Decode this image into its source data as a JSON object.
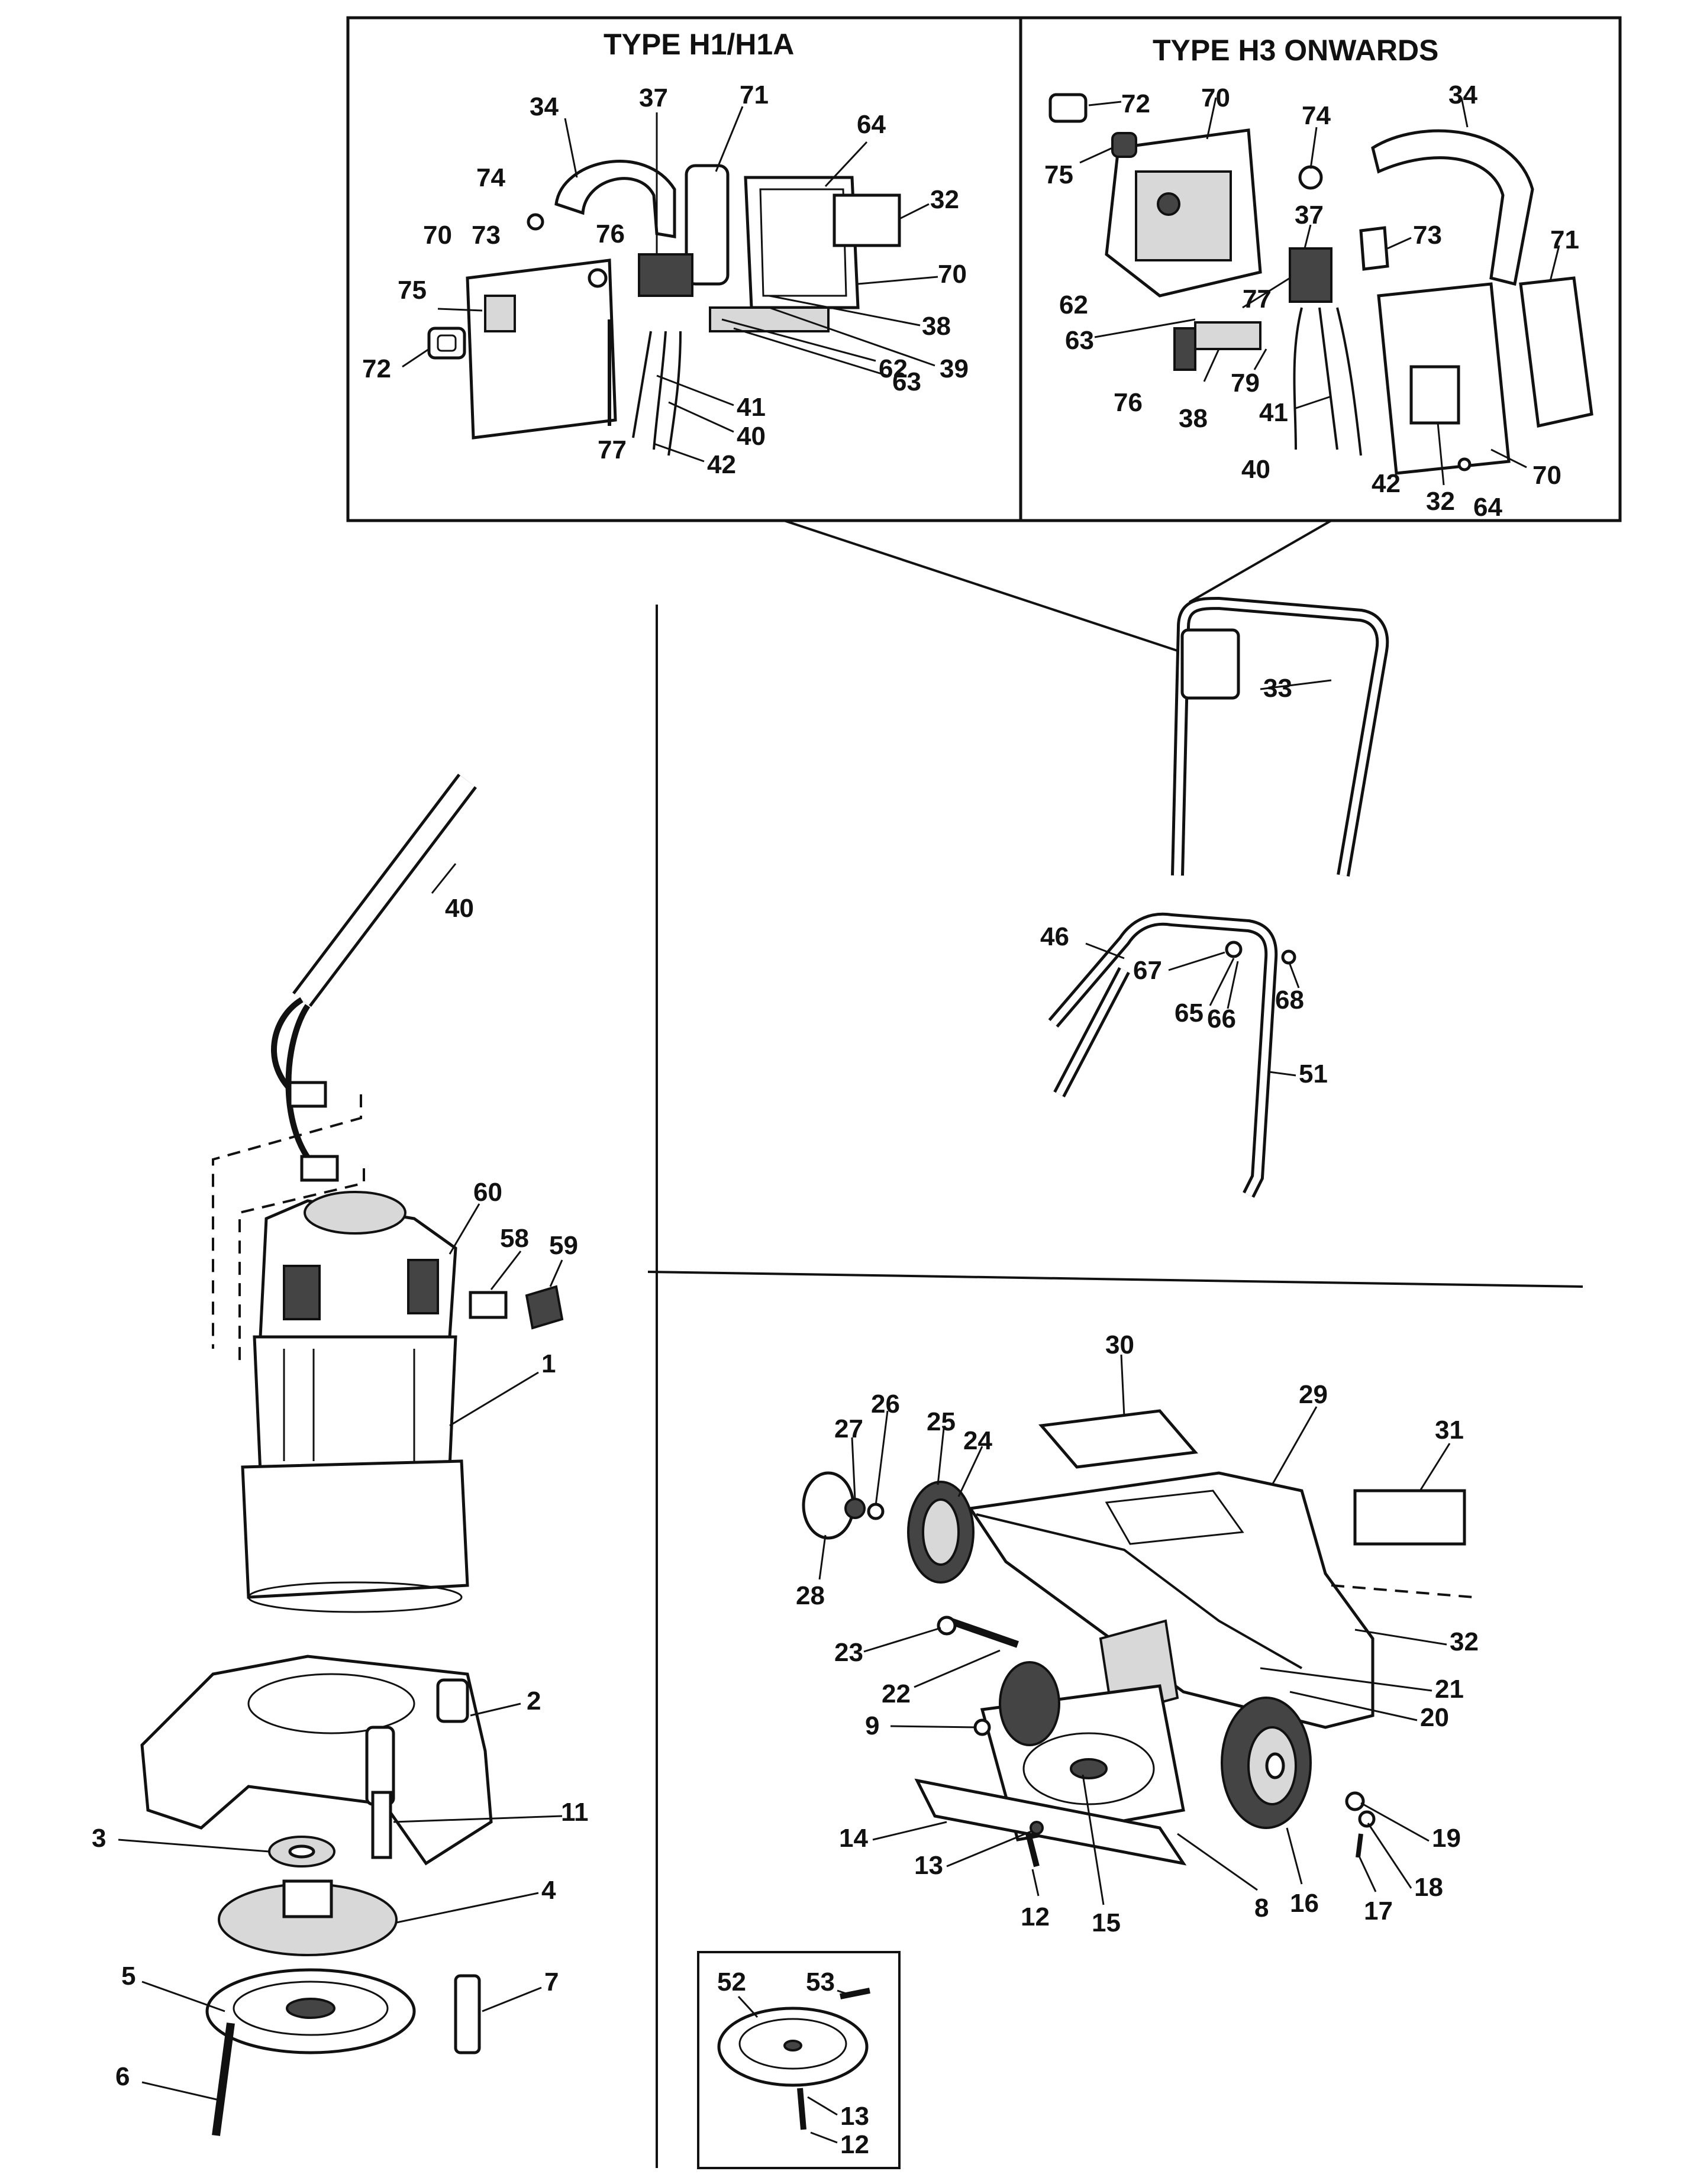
{
  "panels": {
    "left_title": "TYPE H1/H1A",
    "right_title": "TYPE H3  ONWARDS"
  },
  "labels": {
    "h1": {
      "l34": "34",
      "l37": "37",
      "l71": "71",
      "l64": "64",
      "l32": "32",
      "l74": "74",
      "l70a": "70",
      "l73": "73",
      "l76": "76",
      "l70b": "70",
      "l75": "75",
      "l72": "72",
      "l38": "38",
      "l39": "39",
      "l62": "62",
      "l63": "63",
      "l41": "41",
      "l40": "40",
      "l42": "42",
      "l77": "77"
    },
    "h3": {
      "l72": "72",
      "l70a": "70",
      "l74": "74",
      "l34": "34",
      "l75": "75",
      "l37": "37",
      "l73": "73",
      "l71": "71",
      "l62": "62",
      "l77": "77",
      "l63": "63",
      "l76": "76",
      "l38": "38",
      "l79": "79",
      "l41": "41",
      "l40": "40",
      "l42": "42",
      "l32": "32",
      "l64": "64",
      "l70b": "70"
    },
    "handle": {
      "l33": "33",
      "l46": "46",
      "l67": "67",
      "l65": "65",
      "l66": "66",
      "l68": "68",
      "l51": "51"
    },
    "motor": {
      "l40": "40",
      "l60": "60",
      "l58": "58",
      "l59": "59",
      "l1": "1",
      "l2": "2",
      "l11": "11",
      "l3": "3",
      "l4": "4",
      "l5": "5",
      "l7": "7",
      "l6": "6"
    },
    "deck": {
      "l30": "30",
      "l29": "29",
      "l31": "31",
      "l26": "26",
      "l27": "27",
      "l25": "25",
      "l24": "24",
      "l28": "28",
      "l23": "23",
      "l22": "22",
      "l32": "32",
      "l21": "21",
      "l20": "20",
      "l9": "9",
      "l14": "14",
      "l19": "19",
      "l13": "13",
      "l18": "18",
      "l12": "12",
      "l15": "15",
      "l8": "8",
      "l16": "16",
      "l17": "17"
    },
    "inset": {
      "l52": "52",
      "l53": "53",
      "l13": "13",
      "l12": "12"
    }
  }
}
